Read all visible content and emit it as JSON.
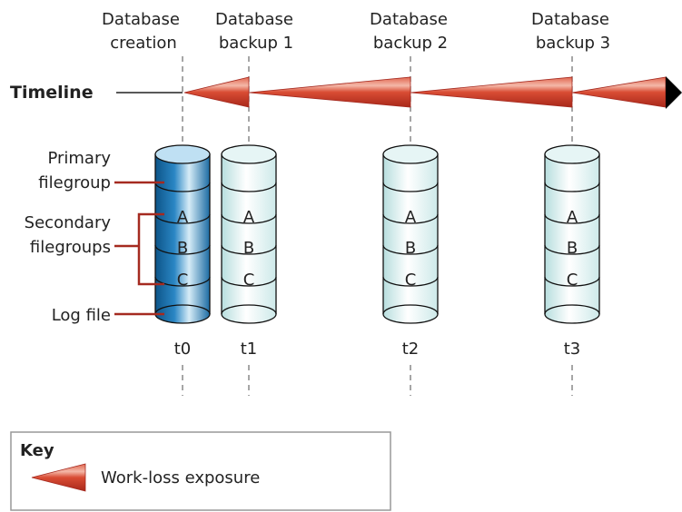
{
  "events": [
    {
      "line1": "Database",
      "line2": "creation",
      "time": "t0"
    },
    {
      "line1": "Database",
      "line2": "backup 1",
      "time": "t1"
    },
    {
      "line1": "Database",
      "line2": "backup 2",
      "time": "t2"
    },
    {
      "line1": "Database",
      "line2": "backup 3",
      "time": "t3"
    }
  ],
  "timeline_label": "Timeline",
  "labels": {
    "primary_line1": "Primary",
    "primary_line2": "filegroup",
    "secondary_line1": "Secondary",
    "secondary_line2": "filegroups",
    "log_file": "Log file"
  },
  "segments": [
    "A",
    "B",
    "C"
  ],
  "key": {
    "title": "Key",
    "item": "Work-loss exposure"
  },
  "colors": {
    "exposure_red": "#c8412a",
    "exposure_highlight": "#f4b8a8",
    "annotation_line": "#a52a20",
    "database_blue": "#1f6fa8",
    "backup_cyan": "#dff3f3",
    "dashed_line": "#777777"
  }
}
